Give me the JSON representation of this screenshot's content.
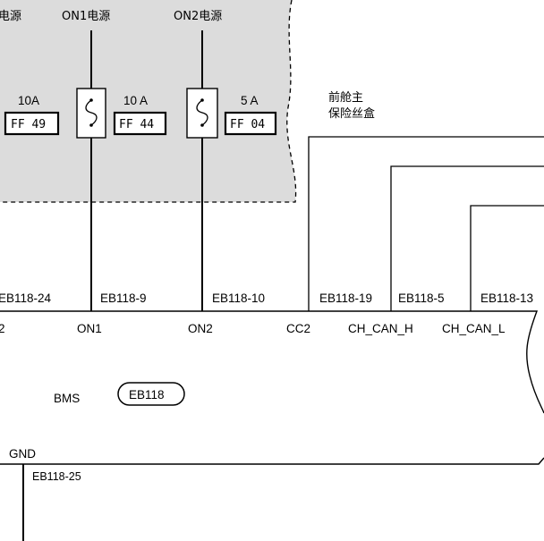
{
  "power": {
    "left_cut": "电源",
    "on1": "ON1电源",
    "on2": "ON2电源"
  },
  "fuses": {
    "left": {
      "rating": "10A",
      "id": "FF 49"
    },
    "on1": {
      "rating": "10 A",
      "id": "FF 44"
    },
    "on2": {
      "rating": "5 A",
      "id": "FF 04"
    }
  },
  "fuse_box": {
    "line1": "前舱主",
    "line2": "保险丝盒"
  },
  "pins": {
    "p24": "EB118-24",
    "p9": "EB118-9",
    "p10": "EB118-10",
    "p19": "EB118-19",
    "p5": "EB118-5",
    "p13": "EB118-13",
    "p25": "EB118-25"
  },
  "signals": {
    "left_cut": "2",
    "on1": "ON1",
    "on2": "ON2",
    "cc2": "CC2",
    "can_h": "CH_CAN_H",
    "can_l": "CH_CAN_L",
    "gnd": "GND"
  },
  "module": {
    "name": "BMS",
    "connector": "EB118"
  },
  "colors": {
    "fuse_area_fill": "#dcdcdc",
    "line": "#000000"
  }
}
